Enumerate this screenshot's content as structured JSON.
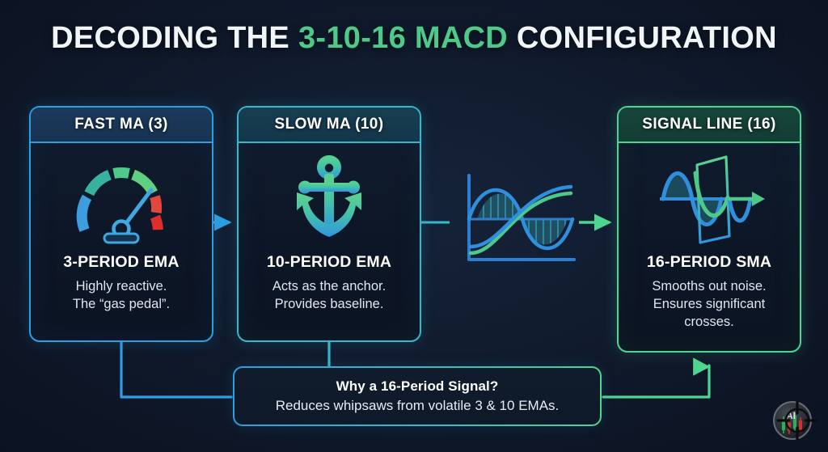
{
  "title": {
    "prefix": "DECODING THE ",
    "accent": "3-10-16 MACD",
    "suffix": " CONFIGURATION",
    "accent_color": "#4ec98a"
  },
  "theme": {
    "background": "#0e1626",
    "blue": "#2b9fe0",
    "teal": "#35b8c9",
    "green": "#4ed58f",
    "red": "#e03b3b",
    "text": "#ffffff",
    "body_text": "#dfe6ee"
  },
  "cards": [
    {
      "header": "FAST MA (3)",
      "icon": "speedometer-gauge-icon",
      "title": "3-PERIOD EMA",
      "desc_line1": "Highly reactive.",
      "desc_line2": "The “gas pedal”.",
      "desc_line3": "",
      "accent": "#2b9fe0"
    },
    {
      "header": "SLOW MA (10)",
      "icon": "anchor-icon",
      "title": "10-PERIOD EMA",
      "desc_line1": "Acts as the anchor.",
      "desc_line2": "Provides baseline.",
      "desc_line3": "",
      "accent": "#35b8c9"
    },
    {
      "header": "SIGNAL LINE (16)",
      "icon": "wave-filter-mesh-icon",
      "title": "16-PERIOD SMA",
      "desc_line1": "Smooths out noise.",
      "desc_line2": "Ensures significant",
      "desc_line3": "crosses.",
      "accent": "#4ed58f"
    }
  ],
  "middle_icon": {
    "name": "macd-crossover-chart-icon",
    "description": "Two crossing moving-average curves with histogram bars above and below the zero line"
  },
  "arrows": [
    {
      "name": "arrow-fast-to-slow",
      "color": "#2b9fe0"
    },
    {
      "name": "arrow-crossover-to-signal",
      "color": "#4ed58f"
    }
  ],
  "callout": {
    "title": "Why a 16-Period Signal?",
    "text": "Reduces whipsaws from volatile 3 & 10 EMAs."
  },
  "logo": {
    "name": "ai-trading-crosshair-logo",
    "label": "AI"
  }
}
